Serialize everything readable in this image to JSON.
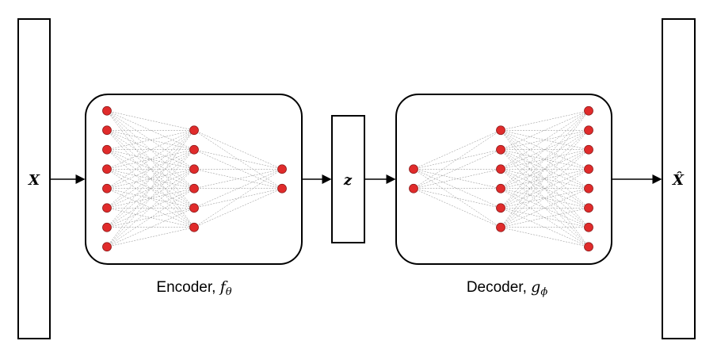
{
  "input": {
    "label": "X"
  },
  "latent": {
    "label": "z"
  },
  "output": {
    "label": "X̂"
  },
  "encoder": {
    "caption": "Encoder, ",
    "func": "f",
    "sub": "θ",
    "layers": [
      8,
      6,
      2
    ]
  },
  "decoder": {
    "caption": "Decoder, ",
    "func": "g",
    "sub": "ϕ",
    "layers": [
      2,
      6,
      8
    ]
  },
  "colors": {
    "node": "#e02b2b",
    "edge": "#888888",
    "stroke": "#000000"
  }
}
